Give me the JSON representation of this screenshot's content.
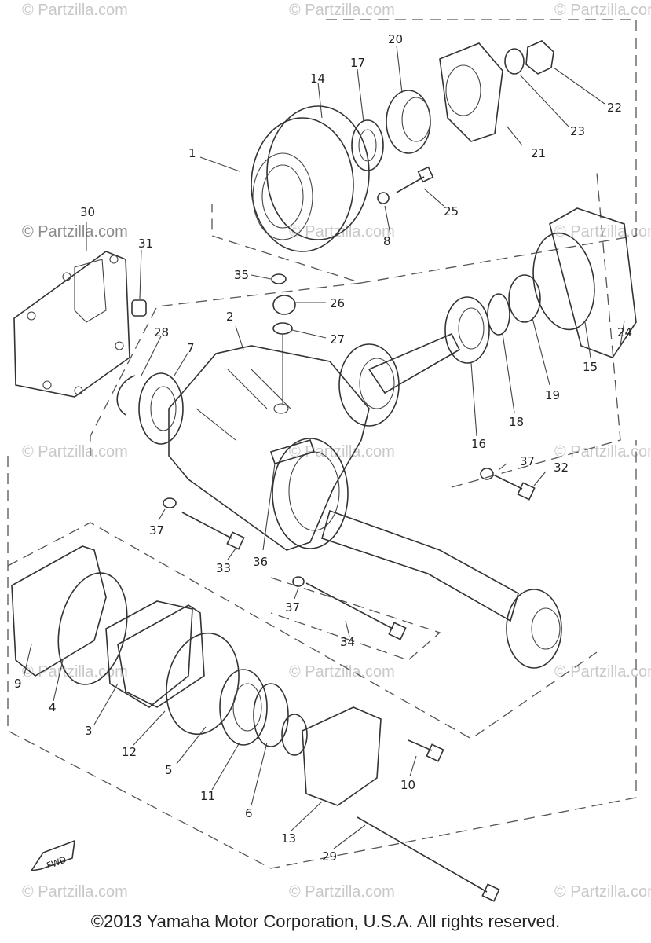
{
  "watermark": "© Partzilla.com",
  "footer": "©2013 Yamaha Motor Corporation, U.S.A. All rights reserved.",
  "fwd_label": "FWD",
  "part_labels": [
    "1",
    "2",
    "3",
    "4",
    "5",
    "6",
    "7",
    "8",
    "9",
    "10",
    "11",
    "12",
    "13",
    "14",
    "15",
    "16",
    "17",
    "18",
    "19",
    "20",
    "21",
    "22",
    "23",
    "24",
    "25",
    "26",
    "27",
    "28",
    "29",
    "30",
    "31",
    "32",
    "33",
    "34",
    "35",
    "36",
    "37",
    "37",
    "37"
  ]
}
